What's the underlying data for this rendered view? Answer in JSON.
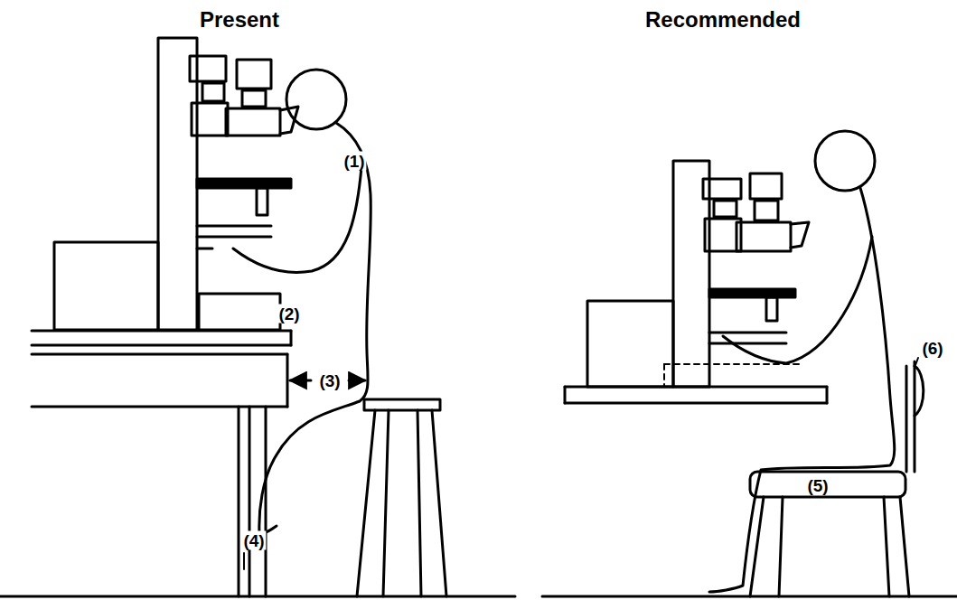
{
  "diagram": {
    "labels": [
      "Present",
      "Recommended",
      "(1)",
      "(2)",
      "(3)",
      "(4)",
      "(5)",
      "(6)"
    ]
  }
}
